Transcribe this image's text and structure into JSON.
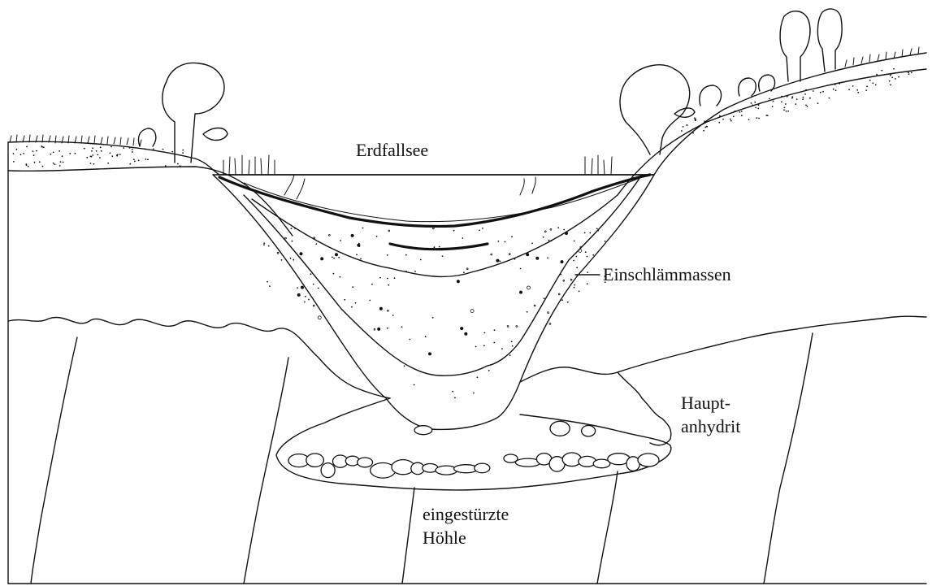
{
  "labels": {
    "lake": "Erdfallsee",
    "sediment": "Einschlämmassen",
    "anhydrite_line1": "Haupt-",
    "anhydrite_line2": "anhydrit",
    "cave_line1": "eingestürzte",
    "cave_line2": "Höhle"
  },
  "colors": {
    "ink": "#111111",
    "background": "#ffffff"
  },
  "icons": [
    "tree-icon",
    "reed-icon",
    "boulder-icon"
  ]
}
